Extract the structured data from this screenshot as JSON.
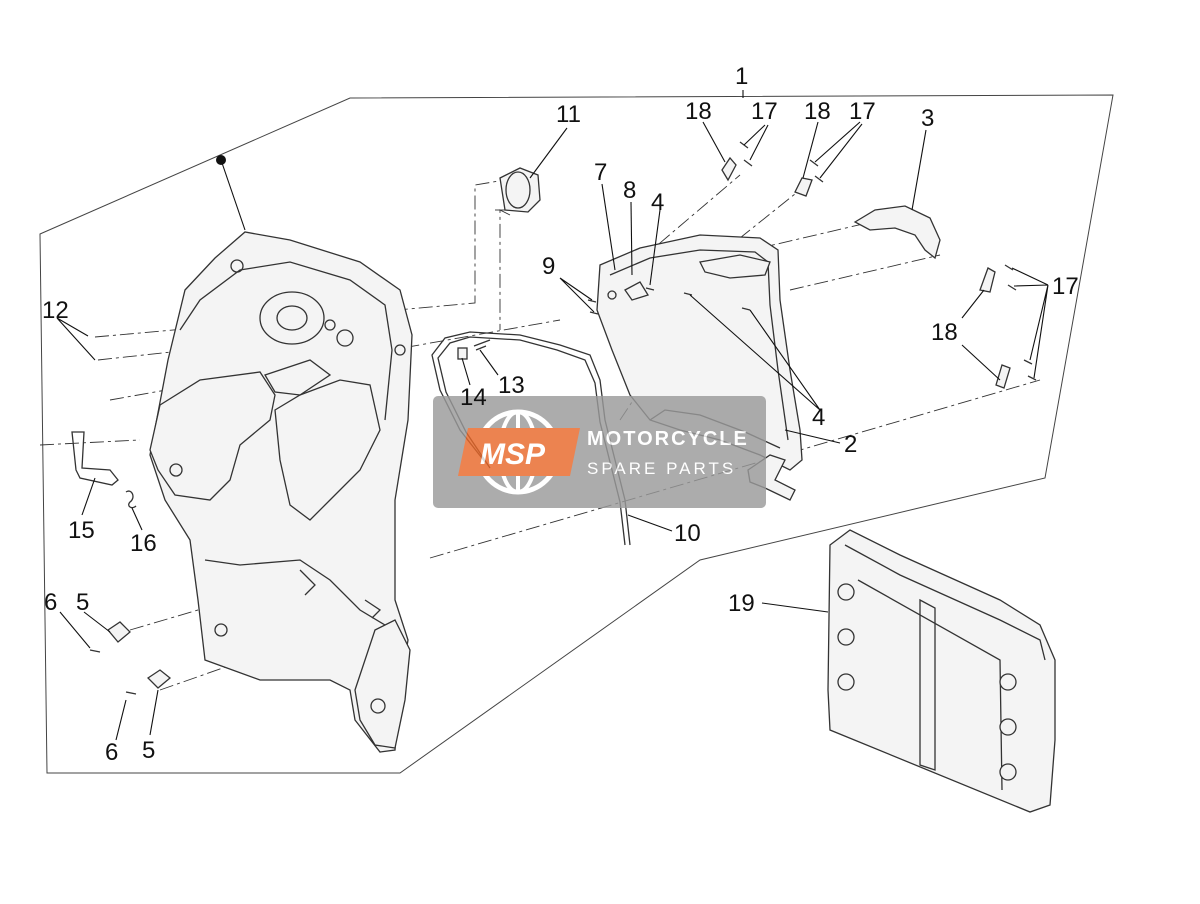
{
  "callouts": [
    {
      "id": "c1",
      "text": "1"
    },
    {
      "id": "c2",
      "text": "2"
    },
    {
      "id": "c3",
      "text": "3"
    },
    {
      "id": "c4a",
      "text": "4"
    },
    {
      "id": "c4b",
      "text": "4"
    },
    {
      "id": "c5a",
      "text": "5"
    },
    {
      "id": "c5b",
      "text": "5"
    },
    {
      "id": "c6a",
      "text": "6"
    },
    {
      "id": "c6b",
      "text": "6"
    },
    {
      "id": "c7",
      "text": "7"
    },
    {
      "id": "c8",
      "text": "8"
    },
    {
      "id": "c9",
      "text": "9"
    },
    {
      "id": "c10",
      "text": "10"
    },
    {
      "id": "c11",
      "text": "11"
    },
    {
      "id": "c12",
      "text": "12"
    },
    {
      "id": "c13",
      "text": "13"
    },
    {
      "id": "c14",
      "text": "14"
    },
    {
      "id": "c15",
      "text": "15"
    },
    {
      "id": "c16",
      "text": "16"
    },
    {
      "id": "c17a",
      "text": "17"
    },
    {
      "id": "c17b",
      "text": "17"
    },
    {
      "id": "c17c",
      "text": "17"
    },
    {
      "id": "c18a",
      "text": "18"
    },
    {
      "id": "c18b",
      "text": "18"
    },
    {
      "id": "c18c",
      "text": "18"
    },
    {
      "id": "c19",
      "text": "19"
    }
  ],
  "watermark": {
    "logo": "MSP",
    "line1": "MOTORCYCLE",
    "line2": "SPARE PARTS",
    "logo_color": "#e8682a",
    "box_color": "#9a9a9a"
  }
}
